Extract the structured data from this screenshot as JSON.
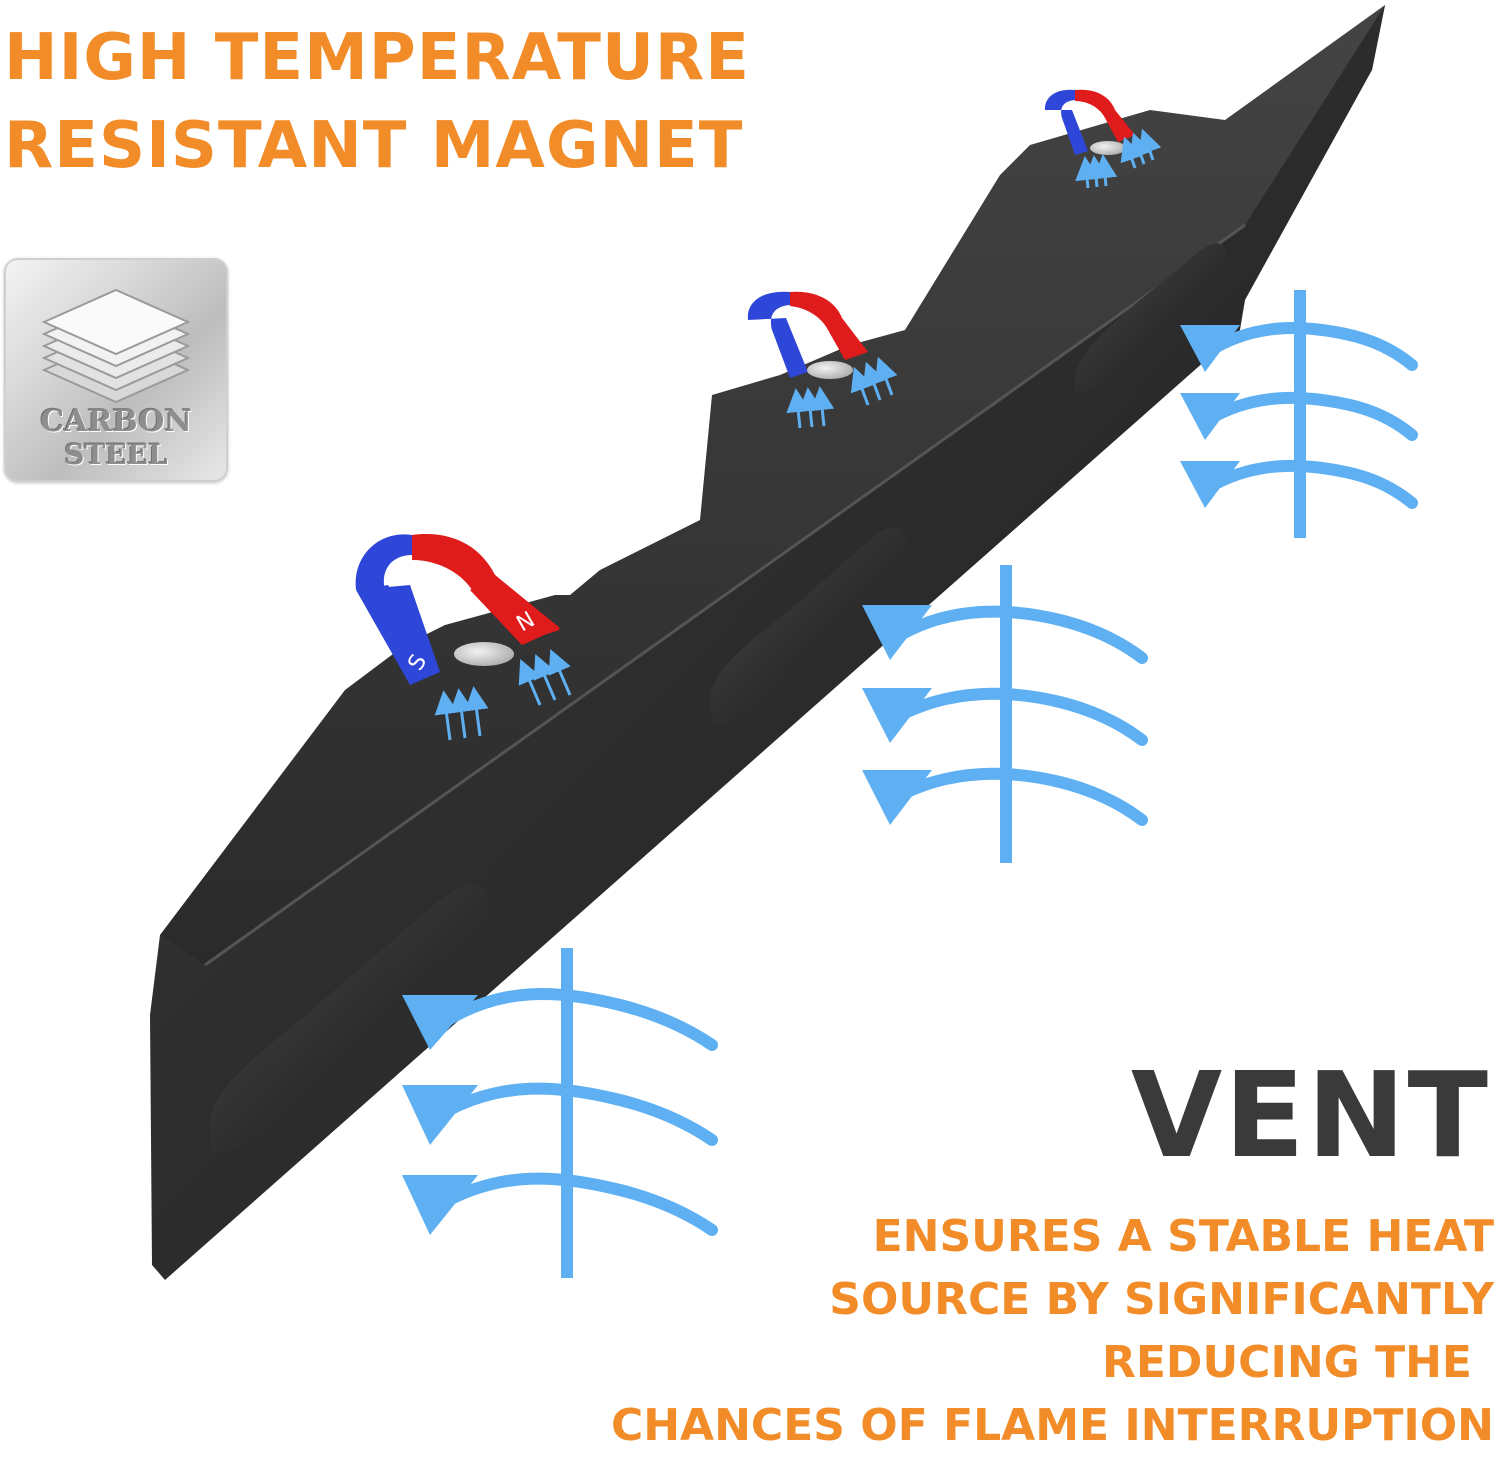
{
  "headline": {
    "line1": "HIGH TEMPERATURE",
    "line2": "RESISTANT MAGNET"
  },
  "badge": {
    "icon": "stacked-layers-icon",
    "line1": "CARBON",
    "line2": "STEEL"
  },
  "magnet": {
    "south_label": "S",
    "north_label": "N",
    "colors": {
      "south": "#2f47d8",
      "north": "#e01b1b"
    }
  },
  "vent": {
    "title": "VENT",
    "description": [
      "ENSURES A STABLE HEAT",
      "SOURCE BY SIGNIFICANTLY",
      "REDUCING THE",
      "CHANCES OF FLAME INTERRUPTION"
    ]
  },
  "colors": {
    "accent": "#f28c28",
    "title_dark": "#3a3a3a",
    "airflow": "#5eb0f2",
    "metal": "#2a2a2a"
  }
}
